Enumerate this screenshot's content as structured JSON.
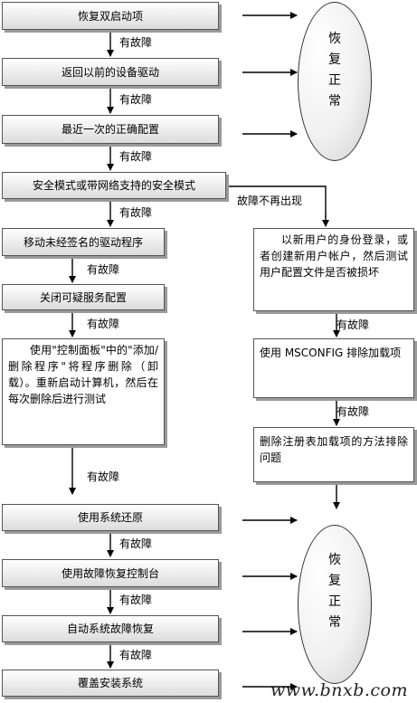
{
  "main_steps": [
    "恢复双启动项",
    "返回以前的设备驱动",
    "最近一次的正确配置",
    "安全模式或带网络支持的安全模式"
  ],
  "left_branch": [
    "移动未经签名的驱动程序",
    "关闭可疑服务配置",
    "使用\"控制面板\"中的\"添加/删除程序\"将程序删除（卸载）。重新启动计算机，然后在每次删除后进行测试"
  ],
  "right_branch": [
    "以新用户的身份登录，或者创建新用户帐户，然后测试用户配置文件是否被损坏",
    "使用 MSCONFIG 排除加载项",
    "删除注册表加载项的方法排除问题"
  ],
  "bottom_steps": [
    "使用系统还原",
    "使用故障恢复控制台",
    "自动系统故障恢复",
    "覆盖安装系统"
  ],
  "fault_label": "有故障",
  "no_fault_label": "故障不再出现",
  "recover_label": "恢复正常",
  "watermark": "www.bnxb.com"
}
